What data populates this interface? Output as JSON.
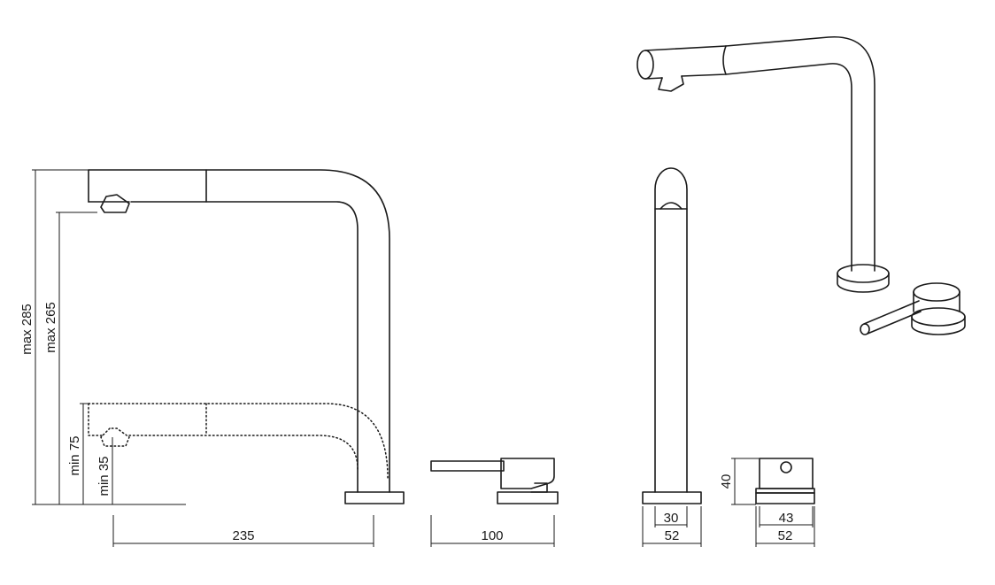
{
  "dimensions": {
    "max_height_total": "max 285",
    "max_height_outlet": "max 265",
    "min_height_total": "min 75",
    "min_height_outlet": "min 35",
    "reach": "235",
    "lever_length": "100",
    "spout_base_inner": "30",
    "spout_base_outer": "52",
    "mixer_height": "40",
    "mixer_base_inner": "43",
    "mixer_base_outer": "52"
  },
  "colors": {
    "line": "#1a1a1a",
    "background": "#ffffff"
  }
}
